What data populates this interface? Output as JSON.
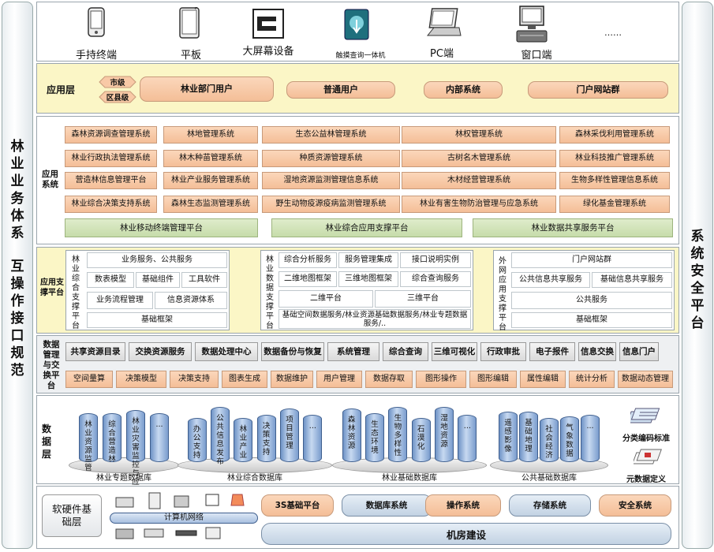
{
  "left_sidebar": {
    "title_top": "林业业务体系",
    "title_bottom": "互操作接口规范"
  },
  "right_sidebar": {
    "title": "系统安全平台"
  },
  "devices": [
    {
      "label": "手持终端"
    },
    {
      "label": "平板"
    },
    {
      "label": "大屏幕设备"
    },
    {
      "label": "触摸查询一体机"
    },
    {
      "label": "PC端"
    },
    {
      "label": "窗口端"
    },
    {
      "label": "……"
    }
  ],
  "app_layer": {
    "label": "应用层",
    "levels": [
      "市级",
      "区县级"
    ],
    "items": [
      "林业部门用户",
      "普通用户",
      "内部系统",
      "门户网站群"
    ]
  },
  "app_systems": {
    "label": "应用系统",
    "rows": [
      [
        "森林资源调查管理系统",
        "林地管理系统",
        "生态公益林管理系统",
        "林权管理系统",
        "森林采伐利用管理系统"
      ],
      [
        "林业行政执法管理系统",
        "林木种苗管理系统",
        "种质资源管理系统",
        "古树名木管理系统",
        "林业科技推广管理系统"
      ],
      [
        "营造林信息管理平台",
        "林业产业服务管理系统",
        "湿地资源监测管理信息系统",
        "木材经营管理系统",
        "生物多样性管理信息系统"
      ],
      [
        "林业综合决策支持系统",
        "森林生态监测管理系统",
        "野生动物疫源疫病监测管理系统",
        "林业有害生物防治管理与应急系统",
        "绿化基金管理系统"
      ]
    ],
    "platforms": [
      "林业移动终端管理平台",
      "林业综合应用支撑平台",
      "林业数据共享服务平台"
    ]
  },
  "support": {
    "label": "应用支撑平台",
    "groups": [
      {
        "title": "林业综合支撑平台",
        "cells": [
          "业务服务、公共服务",
          "数表模型",
          "基础组件",
          "工具软件",
          "业务流程管理",
          "信息资源体系",
          "基础框架"
        ]
      },
      {
        "title": "林业数据支撑平台",
        "cells": [
          "综合分析服务",
          "服务管理集成",
          "接口说明实例",
          "二维地图框架",
          "三维地图框架",
          "综合查询服务",
          "二维平台",
          "三维平台",
          "基础空间数据服务/林业资源基础数据服务/林业专题数据服务/.."
        ]
      },
      {
        "title": "外网应用支撑平台",
        "cells": [
          "门户网站群",
          "公共信息共享服务",
          "基础信息共享服务",
          "公共服务",
          "基础框架"
        ]
      }
    ]
  },
  "exchange": {
    "label": "数据管理与交换平台",
    "top": [
      "共享资源目录",
      "交换资源服务",
      "数据处理中心",
      "数据备份与恢复",
      "系统管理",
      "综合查询",
      "三维可视化",
      "行政审批",
      "电子报件",
      "信息交换",
      "信息门户"
    ],
    "bottom": [
      "空间量算",
      "决策模型",
      "决策支持",
      "图表生成",
      "数据维护",
      "用户管理",
      "数据存取",
      "图形操作",
      "图形编辑",
      "属性编辑",
      "统计分析",
      "数据动态管理"
    ]
  },
  "data_layer": {
    "label": "数据层",
    "databases": [
      {
        "name": "林业专题数据库",
        "items": [
          "林业资源监管",
          "综合营造林",
          "林业灾害监控与应急管理",
          "..."
        ]
      },
      {
        "name": "林业综合数据库",
        "items": [
          "办公支持",
          "公共信息发布",
          "林业产业",
          "决策支持",
          "项目管理",
          "..."
        ]
      },
      {
        "name": "林业基础数据库",
        "items": [
          "森林资源",
          "生态环境",
          "生物多样性",
          "石漠化",
          "湿地资源",
          "..."
        ]
      },
      {
        "name": "公共基础数据库",
        "items": [
          "遥感影像",
          "基础地理",
          "社会经济",
          "气象数据",
          "..."
        ]
      }
    ],
    "standards": [
      "分类编码标准",
      "元数据定义"
    ]
  },
  "infra": {
    "label": "软硬件基础层",
    "network": "计算机网络",
    "items": [
      "3S基础平台",
      "数据库系统",
      "操作系统",
      "存储系统",
      "安全系统"
    ],
    "building": "机房建设"
  }
}
